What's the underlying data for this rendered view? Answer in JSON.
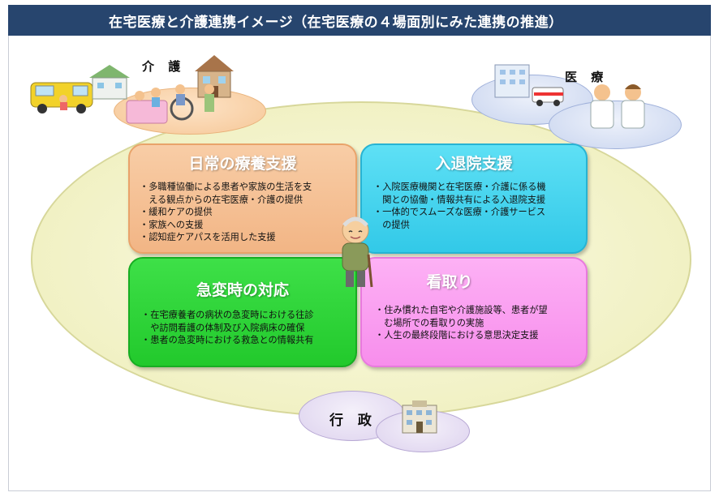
{
  "title": "在宅医療と介護連携イメージ（在宅医療の４場面別にみた連携の推進）",
  "labels": {
    "care": "介 護",
    "medical": "医 療",
    "government": "行 政"
  },
  "boxes": [
    {
      "title": "日常の療養支援",
      "items": [
        "・多職種協働による患者や家族の生活を支",
        "　える観点からの在宅医療・介護の提供",
        "・緩和ケアの提供",
        "・家族への支援",
        "・認知症ケアパスを活用した支援"
      ]
    },
    {
      "title": "入退院支援",
      "items": [
        "・入院医療機関と在宅医療・介護に係る機",
        "　関との協働・情報共有による入退院支援",
        "・一体的でスムーズな医療・介護サービス",
        "　の提供"
      ]
    },
    {
      "title": "急変時の対応",
      "items": [
        "・在宅療養者の病状の急変時における往診",
        "　や訪問看護の体制及び入院病床の確保",
        "・患者の急変時における救急との情報共有"
      ]
    },
    {
      "title": "看取り",
      "items": [
        "・住み慣れた自宅や介護施設等、患者が望",
        "　む場所での看取りの実施",
        "・人生の最終段階における意思決定支援"
      ]
    }
  ],
  "colors": {
    "title_bar": "#27456e",
    "daily": "#f2b585",
    "admission": "#32c9e8",
    "emergency": "#22c92c",
    "end_of_life": "#f78eec",
    "center": "#f1f1c4"
  }
}
